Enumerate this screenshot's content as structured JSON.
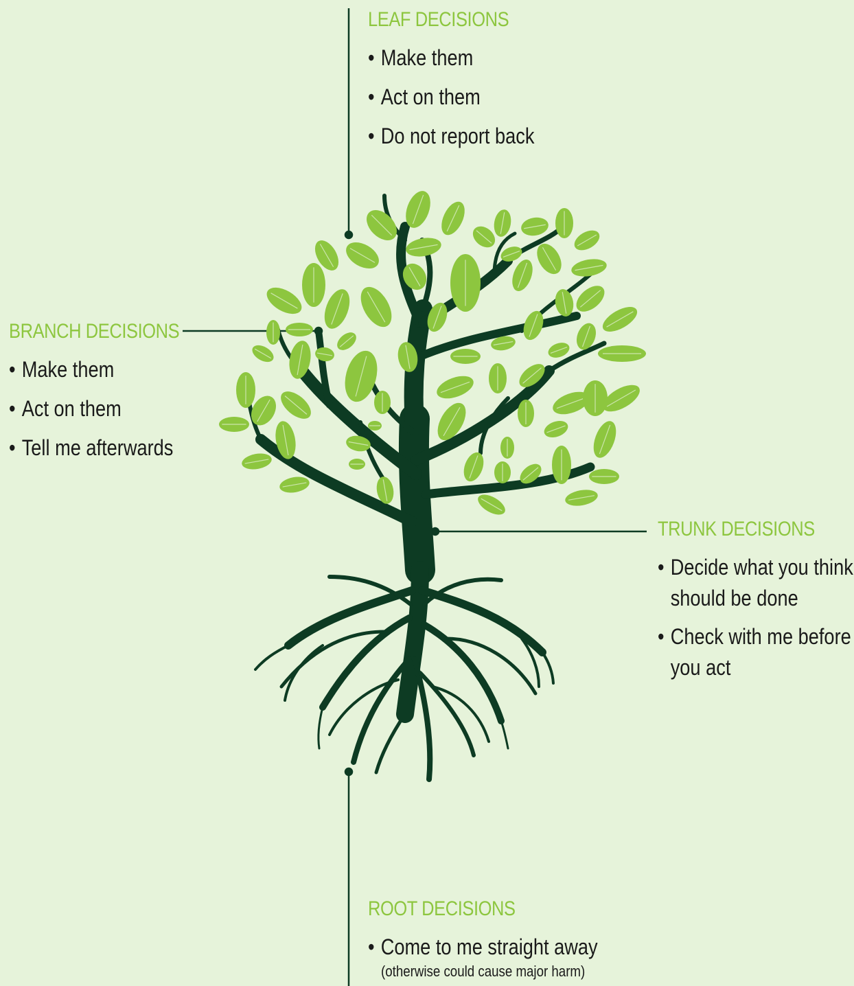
{
  "colors": {
    "background": "#e6f3da",
    "heading": "#8dc63f",
    "body_text": "#1a1a1a",
    "tree": "#0d3b23",
    "leaf": "#8dc63f",
    "leaf_vein": "#e6f3da"
  },
  "leaf": {
    "heading": "LEAF DECISIONS",
    "items": [
      "Make them",
      "Act on them",
      "Do not report back"
    ]
  },
  "branch": {
    "heading": "BRANCH DECISIONS",
    "items": [
      "Make them",
      "Act on them",
      "Tell me afterwards"
    ]
  },
  "trunk": {
    "heading": "TRUNK DECISIONS",
    "items": [
      [
        "Decide what you think",
        "should be done"
      ],
      [
        "Check with me before",
        "you act"
      ]
    ]
  },
  "root": {
    "heading": "ROOT DECISIONS",
    "items": [
      "Come to me straight away"
    ],
    "note": "(otherwise could cause major harm)"
  },
  "bullet_glyph": "•"
}
